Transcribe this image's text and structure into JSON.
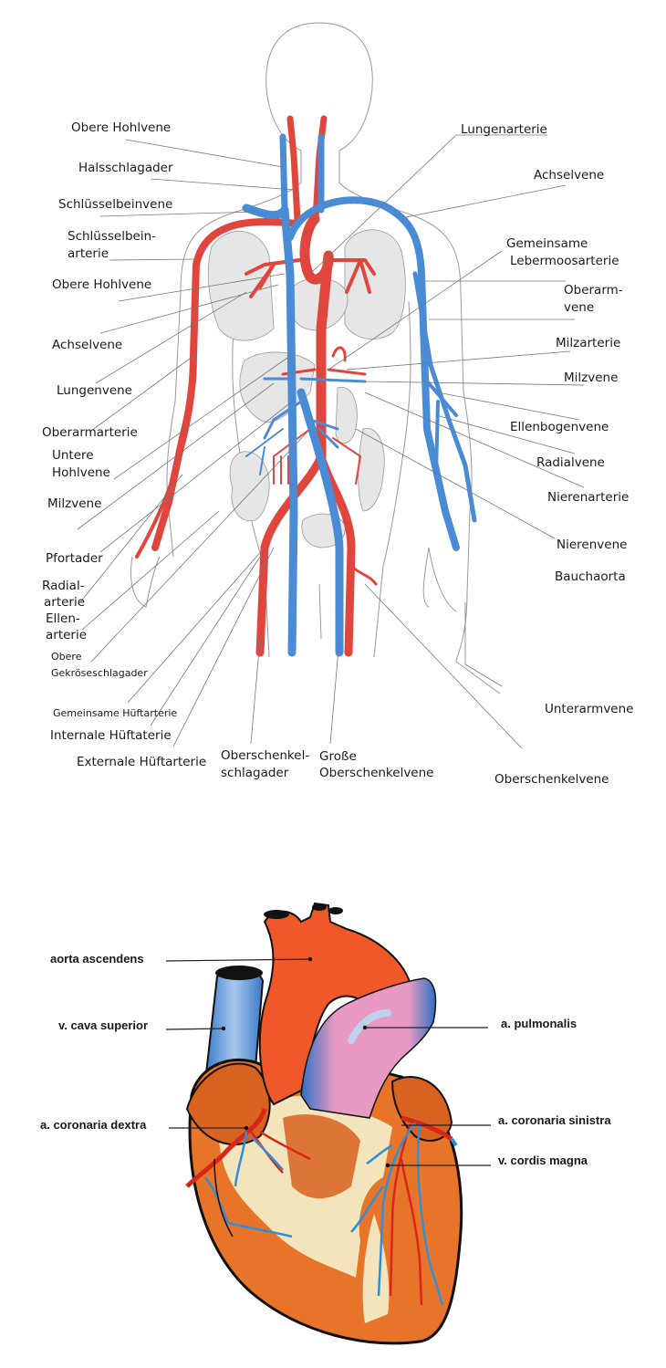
{
  "body_diagram": {
    "colors": {
      "artery": "#e0463e",
      "vein": "#4a8bd6",
      "organ": "#e6e6e6",
      "outline": "#999999"
    },
    "left_labels": [
      {
        "id": "obere-hohlvene-1",
        "text": [
          "Obere Hohlvene"
        ]
      },
      {
        "id": "halsschlagader",
        "text": [
          "Halsschlagader"
        ]
      },
      {
        "id": "schluesselbeinvene",
        "text": [
          "Schlüsselbeinvene"
        ]
      },
      {
        "id": "schluesselbeinarterie",
        "text": [
          "Schlüsselbein-",
          "arterie"
        ]
      },
      {
        "id": "obere-hohlvene-2",
        "text": [
          "Obere Hohlvene"
        ]
      },
      {
        "id": "achselvene-left",
        "text": [
          "Achselvene"
        ]
      },
      {
        "id": "lungenvene",
        "text": [
          "Lungenvene"
        ]
      },
      {
        "id": "oberarmarterie",
        "text": [
          "Oberarmarterie"
        ]
      },
      {
        "id": "untere-hohlvene",
        "text": [
          "Untere",
          "Hohlvene"
        ]
      },
      {
        "id": "milzvene-left",
        "text": [
          "Milzvene"
        ]
      },
      {
        "id": "pfortader",
        "text": [
          "Pfortader"
        ]
      },
      {
        "id": "radialarterie",
        "text": [
          "Radial-",
          "arterie"
        ]
      },
      {
        "id": "ellenarterie",
        "text": [
          "Ellen-",
          "arterie"
        ]
      },
      {
        "id": "obere-gekroeseschlagader",
        "text": [
          "Obere",
          "Gekröseschlagader"
        ]
      },
      {
        "id": "gemeinsame-hueftarterie",
        "text": [
          "Gemeinsame Hüftarterie"
        ]
      },
      {
        "id": "internale-hueftarterie",
        "text": [
          "Internale Hüftaterie"
        ]
      },
      {
        "id": "externale-hueftarterie",
        "text": [
          "Externale Hüftarterie"
        ]
      }
    ],
    "bottom_labels": [
      {
        "id": "oberschenkelschlagader",
        "text": [
          "Oberschenkel-",
          "schlagader"
        ]
      },
      {
        "id": "grosse-oberschenkelvene",
        "text": [
          "Große",
          "Oberschenkelvene"
        ]
      },
      {
        "id": "oberschenkelvene",
        "text": [
          "Oberschenkelvene"
        ]
      }
    ],
    "right_labels": [
      {
        "id": "lungenarterie",
        "text": [
          "Lungenarterie"
        ]
      },
      {
        "id": "achselvene-right",
        "text": [
          "Achselvene"
        ]
      },
      {
        "id": "gemeinsame-lebermoosarterie",
        "text": [
          "Gemeinsame",
          "Lebermoosarterie"
        ]
      },
      {
        "id": "oberarmvene",
        "text": [
          "Oberarm-",
          "vene"
        ]
      },
      {
        "id": "milzarterie",
        "text": [
          "Milzarterie"
        ]
      },
      {
        "id": "milzvene-right",
        "text": [
          "Milzvene"
        ]
      },
      {
        "id": "ellenbogenvene",
        "text": [
          "Ellenbogenvene"
        ]
      },
      {
        "id": "radialvene",
        "text": [
          "Radialvene"
        ]
      },
      {
        "id": "nierenarterie",
        "text": [
          "Nierenarterie"
        ]
      },
      {
        "id": "nierenvene",
        "text": [
          "Nierenvene"
        ]
      },
      {
        "id": "bauchaorta",
        "text": [
          "Bauchaorta"
        ]
      },
      {
        "id": "unterarmvene",
        "text": [
          "Unterarmvene"
        ]
      }
    ]
  },
  "heart_diagram": {
    "colors": {
      "muscle": "#e8742a",
      "muscle_dark": "#c9561a",
      "aorta": "#f0582a",
      "pulmonary_pink": "#e89ac2",
      "vein_blue": "#2d6fc4",
      "fat": "#f3e4bb",
      "outline": "#111111"
    },
    "labels": [
      {
        "id": "aorta-ascendens",
        "text": "aorta ascendens",
        "side": "left"
      },
      {
        "id": "v-cava-superior",
        "text": "v. cava superior",
        "side": "left"
      },
      {
        "id": "a-coronaria-dextra",
        "text": "a. coronaria dextra",
        "side": "left"
      },
      {
        "id": "a-pulmonalis",
        "text": "a. pulmonalis",
        "side": "right"
      },
      {
        "id": "a-coronaria-sinistra",
        "text": "a. coronaria sinistra",
        "side": "right"
      },
      {
        "id": "v-cordis-magna",
        "text": "v. cordis magna",
        "side": "right"
      }
    ]
  }
}
